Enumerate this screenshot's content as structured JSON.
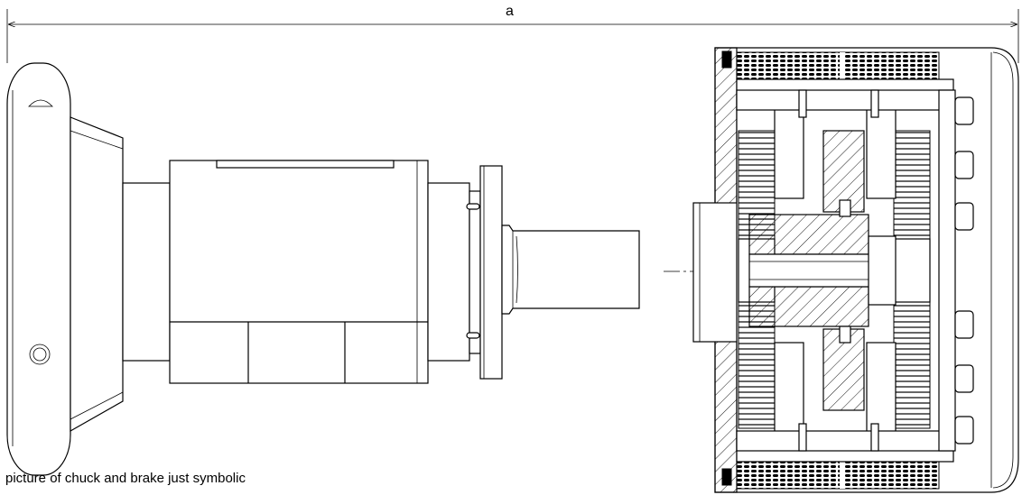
{
  "dimension": {
    "label": "a"
  },
  "caption": {
    "text": "picture of chuck and brake just symbolic"
  },
  "components": [
    {
      "name": "chuck"
    },
    {
      "name": "motor"
    },
    {
      "name": "shaft"
    },
    {
      "name": "brake"
    }
  ]
}
